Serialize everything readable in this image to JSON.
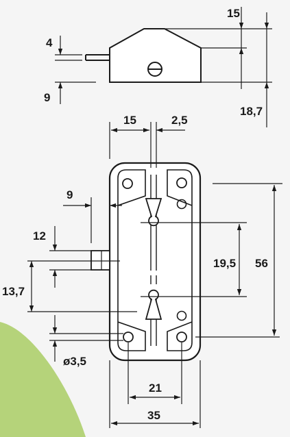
{
  "colors": {
    "background": "#f5f5f5",
    "accent_blob": "#b5d37a",
    "ink": "#1a1a1a"
  },
  "side_view": {
    "dims": {
      "top_height": "15",
      "pin_offset": "4",
      "bottom_offset": "9",
      "total_height": "18,7"
    }
  },
  "front_view": {
    "dims": {
      "slot_offset": "15",
      "slot_width": "2,5",
      "pin_inset": "9",
      "pin_top": "12",
      "pin_span": "13,7",
      "keyhole_spacing": "19,5",
      "height": "56",
      "hole_spacing": "21",
      "width": "35",
      "hole_diameter": "ø3,5"
    }
  }
}
